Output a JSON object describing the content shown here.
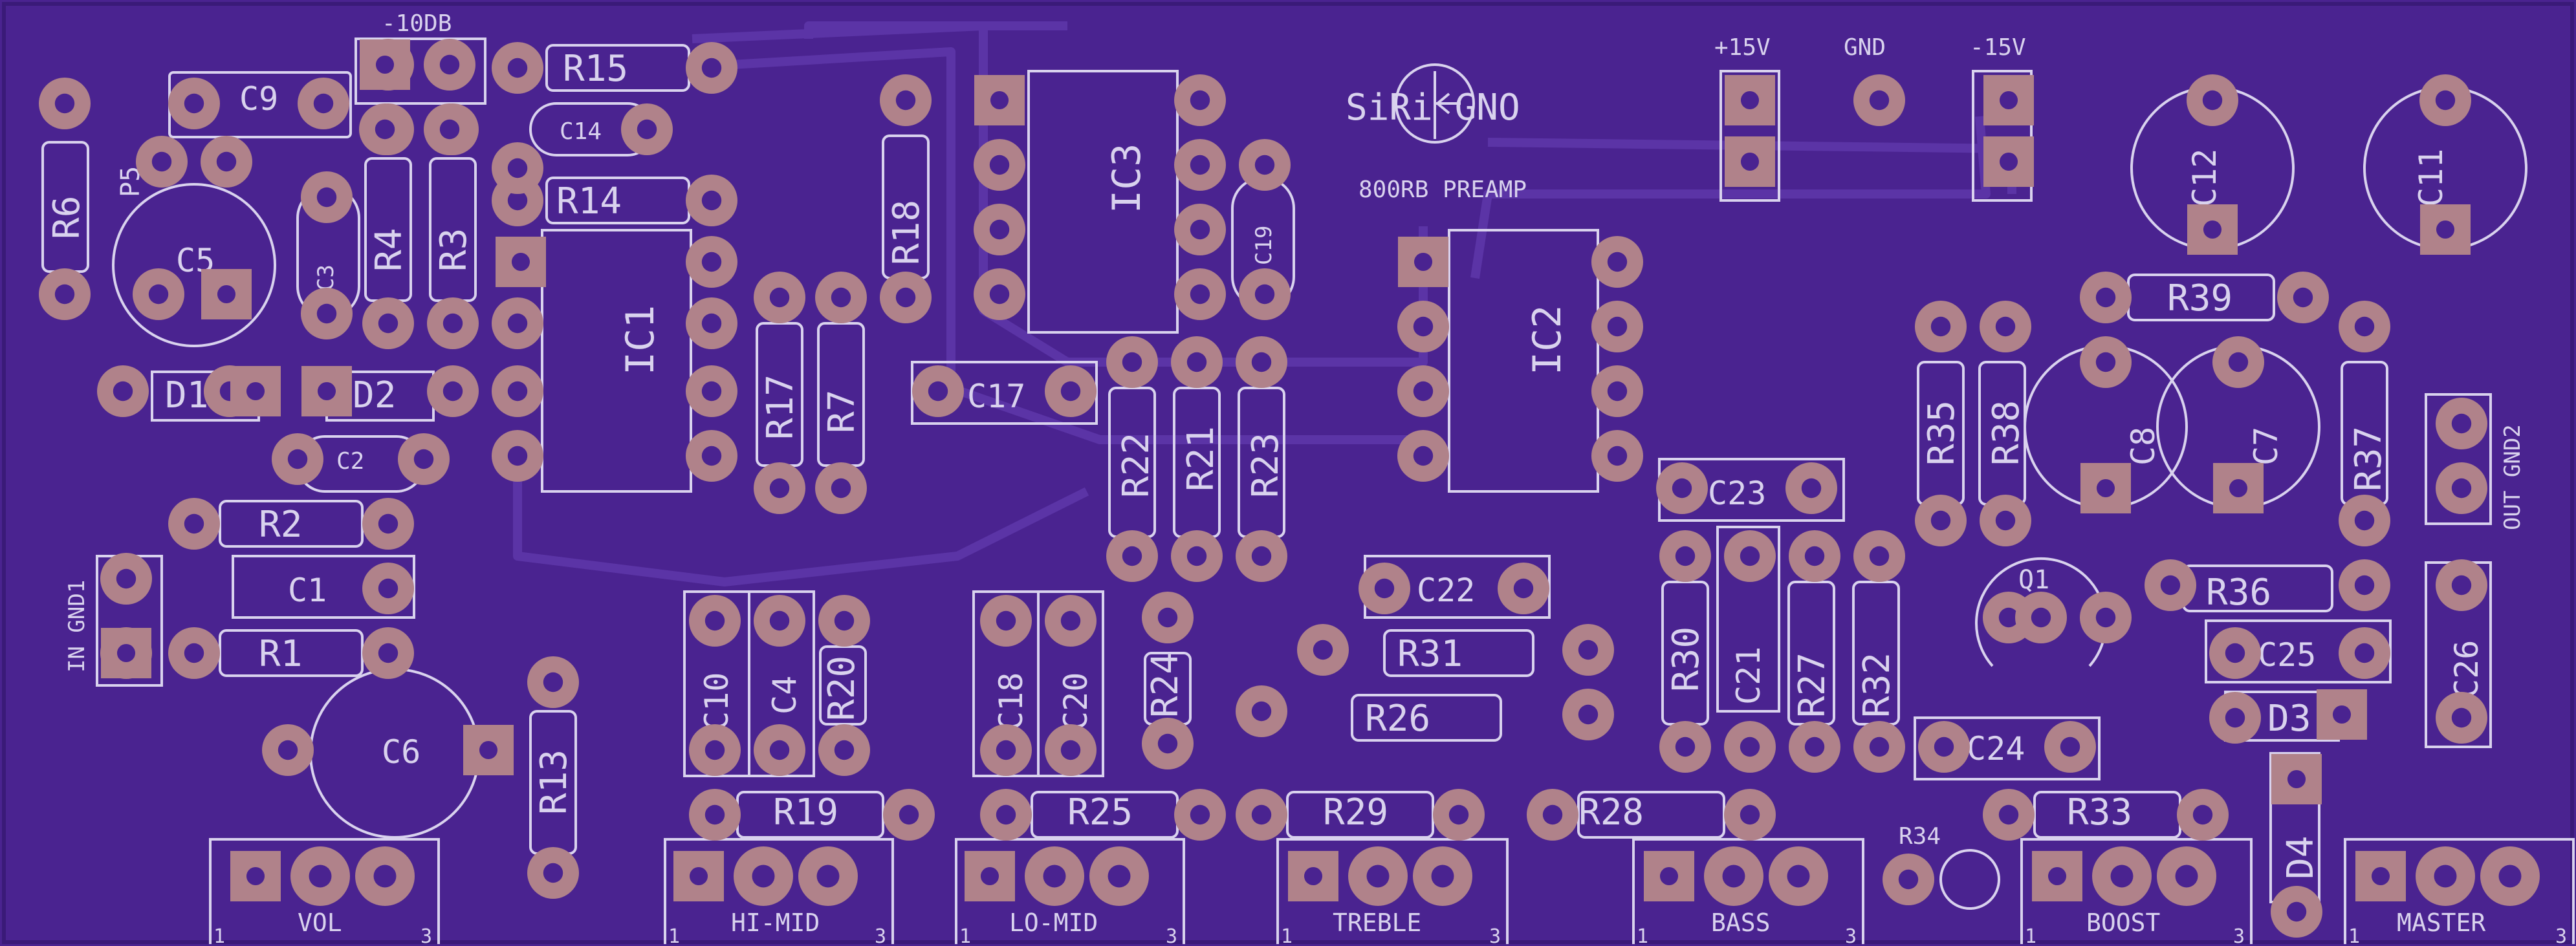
{
  "board": {
    "title": "800RB PREAMP",
    "logo_text": "SiRi GNO",
    "colors": {
      "substrate": "#4a2390",
      "trace": "#5b34a6",
      "pad": "#b0828a",
      "hole": "#4a2390",
      "silk": "#d9d2ee",
      "edge": "#3a1a78"
    }
  },
  "power": {
    "pos": "+15V",
    "gnd": "GND",
    "neg": "-15V"
  },
  "headers": {
    "minus10db": "-10DB",
    "p5": "P5",
    "in_gnd1": "IN GND1",
    "out_gnd2": "OUT GND2"
  },
  "ics": {
    "ic1": "IC1",
    "ic2": "IC2",
    "ic3": "IC3"
  },
  "transistor": {
    "q1": "Q1"
  },
  "resistors": {
    "r1": "R1",
    "r2": "R2",
    "r3": "R3",
    "r4": "R4",
    "r6": "R6",
    "r7": "R7",
    "r13": "R13",
    "r14": "R14",
    "r15": "R15",
    "r17": "R17",
    "r18": "R18",
    "r19": "R19",
    "r20": "R20",
    "r21": "R21",
    "r22": "R22",
    "r23": "R23",
    "r24": "R24",
    "r25": "R25",
    "r26": "R26",
    "r27": "R27",
    "r28": "R28",
    "r29": "R29",
    "r30": "R30",
    "r31": "R31",
    "r32": "R32",
    "r33": "R33",
    "r34": "R34",
    "r35": "R35",
    "r36": "R36",
    "r37": "R37",
    "r38": "R38",
    "r39": "R39"
  },
  "capacitors": {
    "c1": "C1",
    "c2": "C2",
    "c3": "C3",
    "c4": "C4",
    "c5": "C5",
    "c6": "C6",
    "c7": "C7",
    "c8": "C8",
    "c9": "C9",
    "c10": "C10",
    "c11": "C11",
    "c12": "C12",
    "c14": "C14",
    "c17": "C17",
    "c18": "C18",
    "c19": "C19",
    "c20": "C20",
    "c21": "C21",
    "c22": "C22",
    "c23": "C23",
    "c24": "C24",
    "c25": "C25",
    "c26": "C26"
  },
  "diodes": {
    "d1": "D1",
    "d2": "D2",
    "d3": "D3",
    "d4": "D4"
  },
  "pots": [
    {
      "label": "VOL",
      "pin1": "1",
      "pin3": "3"
    },
    {
      "label": "HI-MID",
      "pin1": "1",
      "pin3": "3"
    },
    {
      "label": "LO-MID",
      "pin1": "1",
      "pin3": "3"
    },
    {
      "label": "TREBLE",
      "pin1": "1",
      "pin3": "3"
    },
    {
      "label": "BASS",
      "pin1": "1",
      "pin3": "3"
    },
    {
      "label": "BOOST",
      "pin1": "1",
      "pin3": "3"
    },
    {
      "label": "MASTER",
      "pin1": "1",
      "pin3": "3"
    }
  ]
}
